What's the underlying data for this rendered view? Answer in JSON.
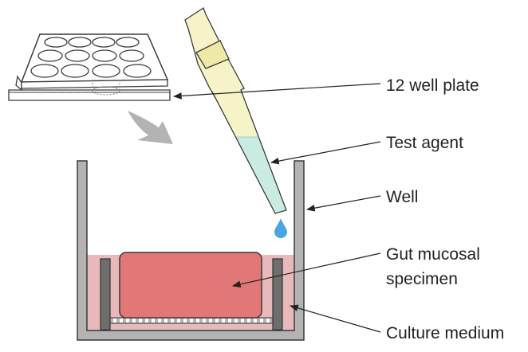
{
  "labels": {
    "plate": "12 well plate",
    "test_agent": "Test agent",
    "well": "Well",
    "specimen_line1": "Gut mucosal",
    "specimen_line2": "specimen",
    "medium": "Culture medium"
  },
  "colors": {
    "outline": "#3a3a3a",
    "well_wall": "#b3b3b3",
    "medium": "#e7b9bb",
    "specimen": "#e27777",
    "clamp": "#6e6e6e",
    "pipette_tip": "#f7f3c8",
    "pipette_band": "#eee9a6",
    "test_agent": "#c9ebe2",
    "drop": "#4aa6e0",
    "transfer_arrow": "#b3b3b3",
    "label_text": "#222222"
  },
  "plate_well_count": 12,
  "plate_grid": {
    "rows": 3,
    "columns": 4
  }
}
